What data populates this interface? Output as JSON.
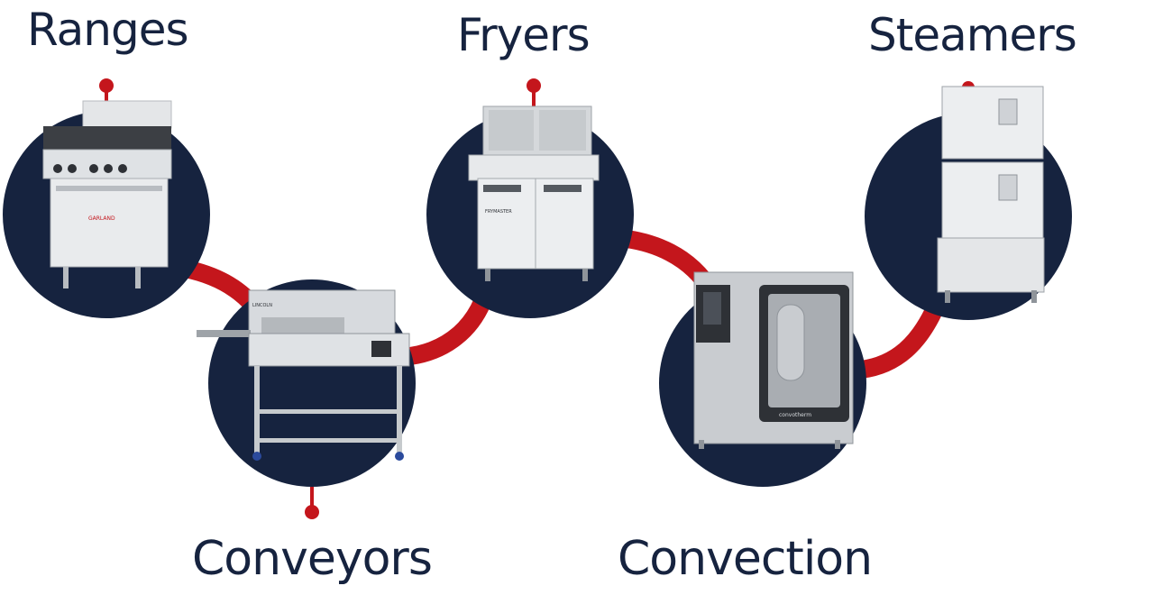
{
  "labels": {
    "ranges": "Ranges",
    "fryers": "Fryers",
    "steamers": "Steamers",
    "conveyors": "Conveyors",
    "convection": "Convection"
  },
  "brand_text": {
    "range": "GARLAND",
    "conveyor": "LINCOLN",
    "fryer": "FRYMASTER",
    "oven": "convotherm"
  },
  "colors": {
    "navy": "#16233f",
    "accent_red": "#c4161c",
    "steel": "#d9dcdf",
    "steel_dark": "#9ea3a8"
  }
}
